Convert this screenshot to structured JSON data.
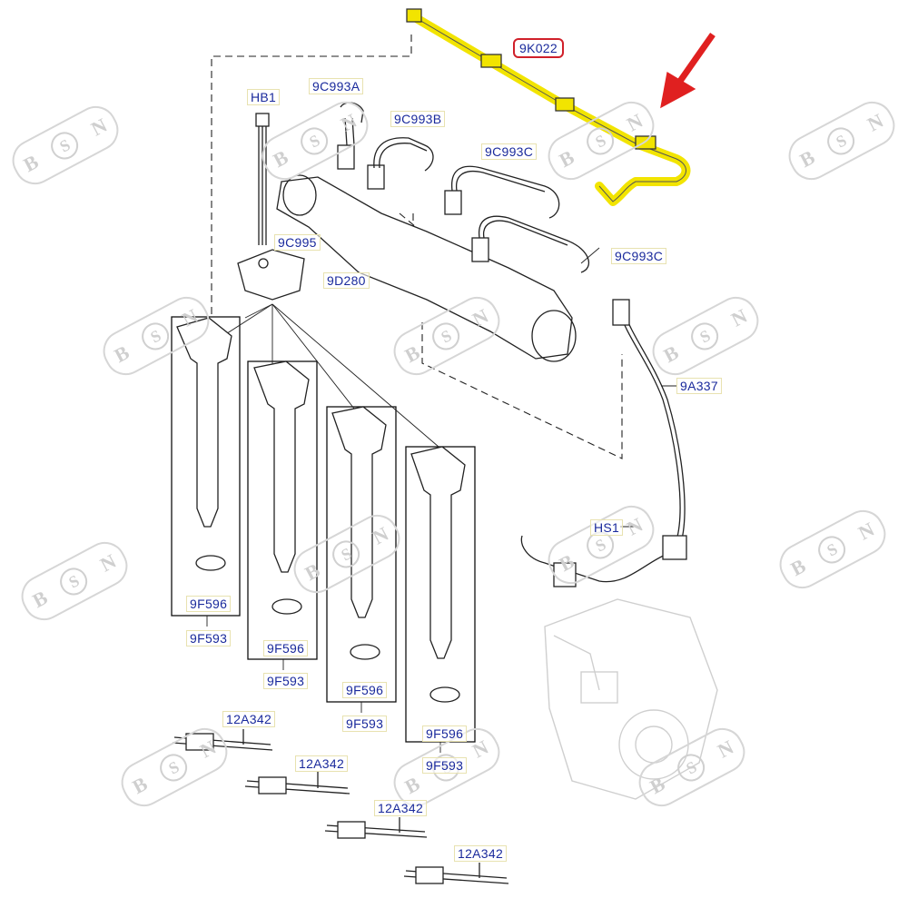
{
  "watermark": {
    "letters": [
      "B",
      "S",
      "N"
    ]
  },
  "highlight_color": "#f2e400",
  "arrow_color": "#e02020",
  "label_color": "#1a2a9c",
  "labels": {
    "fuel_rail_pipe": "9K022",
    "bolt_hb1": "HB1",
    "pipe_9c993a": "9C993A",
    "pipe_9c993b": "9C993B",
    "pipe_9c993c_1": "9C993C",
    "pipe_9c993c_2": "9C993C",
    "clamp_9c995": "9C995",
    "rail_9d280": "9D280",
    "pipe_9a337": "9A337",
    "screw_hs1": "HS1",
    "seal_1": "9F596",
    "washer_1": "9F593",
    "seal_2": "9F596",
    "washer_2": "9F593",
    "seal_3": "9F596",
    "washer_3": "9F593",
    "seal_4": "9F596",
    "washer_4": "9F593",
    "glow_plug_1": "12A342",
    "glow_plug_2": "12A342",
    "glow_plug_3": "12A342",
    "glow_plug_4": "12A342"
  }
}
